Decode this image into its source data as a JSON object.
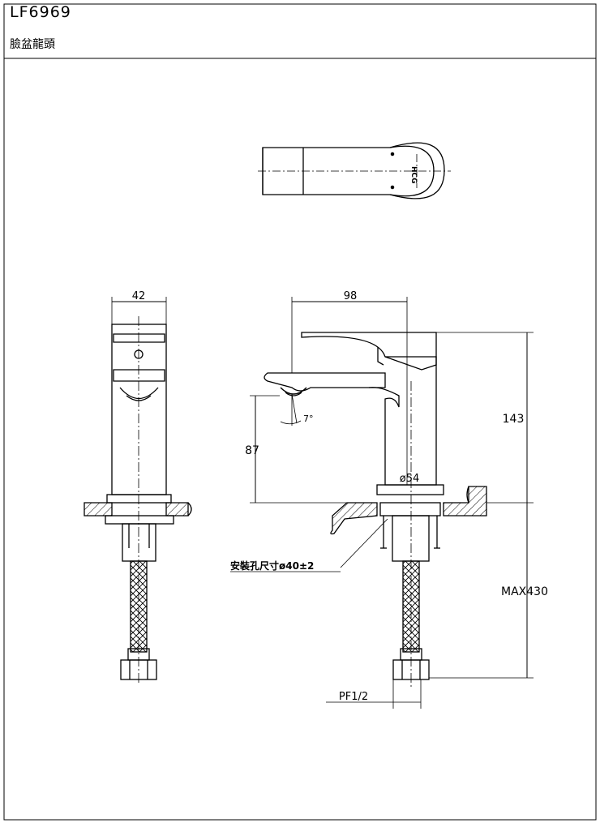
{
  "title_block": {
    "model": "LF6969",
    "product_name": "臉盆龍頭"
  },
  "dimensions": {
    "side_width": "42",
    "spout_reach": "98",
    "total_height": "143",
    "spout_height": "87",
    "spout_angle": "7°",
    "base_diameter": "ø54",
    "mounting_hole": "安裝孔尺寸ø40±2",
    "max_length": "MAX430",
    "thread": "PF1/2"
  },
  "logo_text": "HCG"
}
